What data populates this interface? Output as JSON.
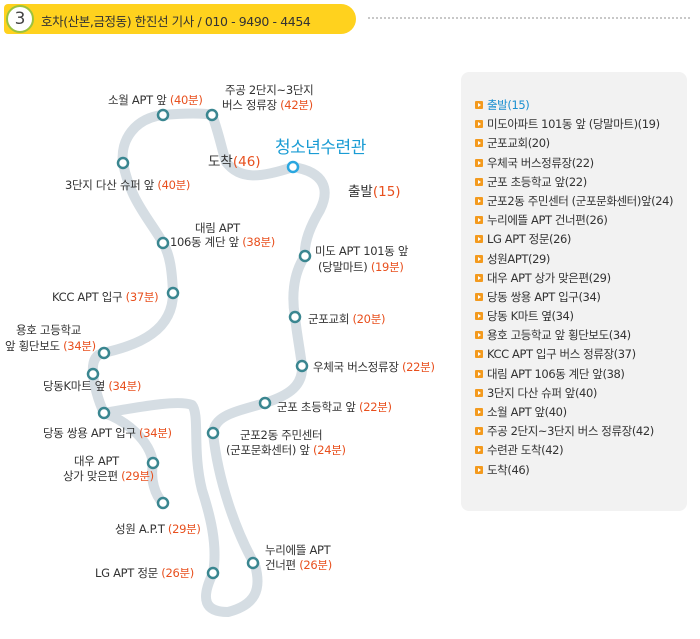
{
  "header": {
    "route_number": "3",
    "title": "호차(산본,금정동) 한진선 기사 / 010 - 9490 - 4454"
  },
  "map": {
    "destination": "청소년수련관",
    "arrival": {
      "prefix": "도착",
      "time": "(46)"
    },
    "departure": {
      "prefix": "출발",
      "time": "(15)"
    },
    "labels": [
      {
        "id": "somyeol",
        "line1": "소월 APT 앞",
        "time": "(40분)"
      },
      {
        "id": "jugong1",
        "line1": "주공 2단지~3단지"
      },
      {
        "id": "jugong2",
        "line1": "버스 정류장",
        "time": "(42분)"
      },
      {
        "id": "dasan",
        "line1": "3단지 다산 슈퍼 앞",
        "time": "(40분)"
      },
      {
        "id": "daerim1",
        "line1": "대림 APT"
      },
      {
        "id": "daerim2",
        "line1": "106동 계단 앞",
        "time": "(38분)"
      },
      {
        "id": "mido1",
        "line1": "미도 APT 101동 앞"
      },
      {
        "id": "mido2",
        "line1": "(당말마트)",
        "time": "(19분)"
      },
      {
        "id": "kcc",
        "line1": "KCC APT 입구",
        "time": "(37분)"
      },
      {
        "id": "gunpo-church",
        "line1": "군포교회",
        "time": "(20분)"
      },
      {
        "id": "yongho1",
        "line1": "용호 고등학교"
      },
      {
        "id": "yongho2",
        "line1": "앞 횡단보도",
        "time": "(34분)"
      },
      {
        "id": "udang",
        "line1": "우체국 버스정류장",
        "time": "(22분)"
      },
      {
        "id": "kmart",
        "line1": "당동K마트 옆",
        "time": "(34분)"
      },
      {
        "id": "gunpo-school",
        "line1": "군포 초등학교 앞",
        "time": "(22분)"
      },
      {
        "id": "ssangyong",
        "line1": "당동 쌍용 APT 입구",
        "time": "(34분)"
      },
      {
        "id": "center1",
        "line1": "군포2동 주민센터"
      },
      {
        "id": "center2",
        "line1": "(군포문화센터) 앞",
        "time": "(24분)"
      },
      {
        "id": "daewoo1",
        "line1": "대우 APT"
      },
      {
        "id": "daewoo2",
        "line1": "상가 맞은편",
        "time": "(29분)"
      },
      {
        "id": "seongwon",
        "line1": "성원 A.P.T",
        "time": "(29분)"
      },
      {
        "id": "nuri1",
        "line1": "누리에뜰 APT"
      },
      {
        "id": "nuri2",
        "line1": "건너편",
        "time": "(26분)"
      },
      {
        "id": "lg",
        "line1": "LG APT 정문",
        "time": "(26분)"
      }
    ]
  },
  "stops": [
    {
      "name": "출발(15)",
      "current": true
    },
    {
      "name": "미도아파트 101동 앞 (당말마트)(19)"
    },
    {
      "name": "군포교회(20)"
    },
    {
      "name": "우체국 버스정류장(22)"
    },
    {
      "name": "군포 초등학교 앞(22)"
    },
    {
      "name": "군포2동 주민센터 (군포문화센터)앞(24)"
    },
    {
      "name": "누리에뜰 APT 건너편(26)"
    },
    {
      "name": "LG APT 정문(26)"
    },
    {
      "name": "성원APT(29)"
    },
    {
      "name": "대우 APT 상가 맞은편(29)"
    },
    {
      "name": "당동 쌍용 APT 입구(34)"
    },
    {
      "name": "당동 K마트 옆(34)"
    },
    {
      "name": "용호 고등학교 앞 횡단보도(34)"
    },
    {
      "name": "KCC APT 입구 버스 정류장(37)"
    },
    {
      "name": "대림 APT 106동 계단 앞(38)"
    },
    {
      "name": "3단지 다산 슈퍼 앞(40)"
    },
    {
      "name": "소월 APT 앞(40)"
    },
    {
      "name": "주공 2단지~3단지 버스 정류장(42)"
    },
    {
      "name": "수련관 도착(42)"
    },
    {
      "name": "도착(46)"
    }
  ]
}
